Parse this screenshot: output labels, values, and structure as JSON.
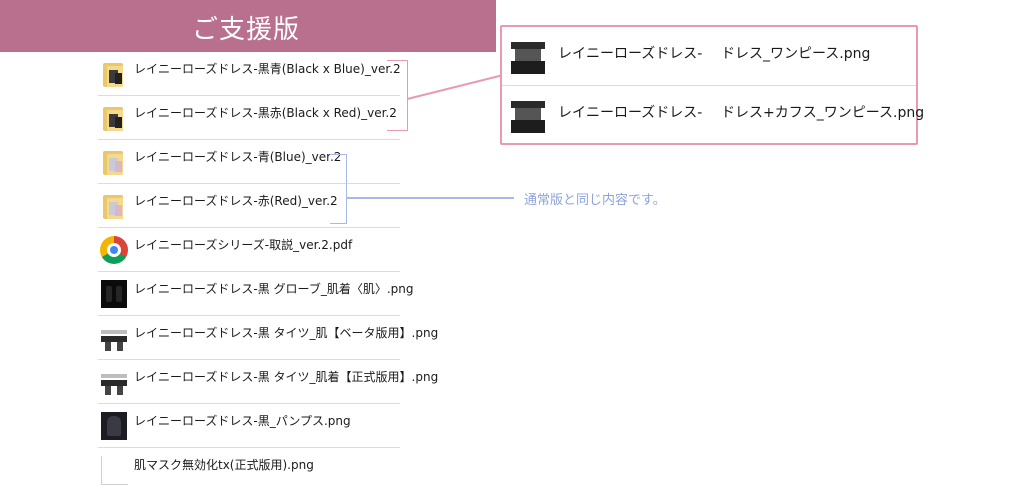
{
  "header": {
    "title": "ご支援版"
  },
  "files": [
    {
      "name": "レイニーローズドレス-黒青(Black x Blue)_ver.2",
      "icon": "folder-icon-dark"
    },
    {
      "name": "レイニーローズドレス-黒赤(Black x Red)_ver.2",
      "icon": "folder-icon-dark"
    },
    {
      "name": "レイニーローズドレス-青(Blue)_ver.2",
      "icon": "folder-icon-light"
    },
    {
      "name": "レイニーローズドレス-赤(Red)_ver.2",
      "icon": "folder-icon-light"
    },
    {
      "name": "レイニーローズシリーズ-取説_ver.2.pdf",
      "icon": "chrome-icon"
    },
    {
      "name": "レイニーローズドレス-黒 グローブ_肌着〈肌〉.png",
      "icon": "glove-thumb-icon"
    },
    {
      "name": "レイニーローズドレス-黒 タイツ_肌【ベータ版用】.png",
      "icon": "tights-thumb-icon"
    },
    {
      "name": "レイニーローズドレス-黒 タイツ_肌着【正式版用】.png",
      "icon": "tights-thumb-icon"
    },
    {
      "name": "レイニーローズドレス-黒_パンプス.png",
      "icon": "pumps-thumb-icon"
    },
    {
      "name": "肌マスク無効化tx(正式版用).png",
      "icon": "blank-thumb-icon"
    }
  ],
  "callout": {
    "items": [
      {
        "name_a": "レイニーローズドレス-",
        "name_b": "ドレス_ワンピース.png",
        "icon": "dress-thumb-icon"
      },
      {
        "name_a": "レイニーローズドレス-",
        "name_b": "ドレス+カフス_ワンピース.png",
        "icon": "dress-thumb-icon"
      }
    ]
  },
  "note": {
    "text": "通常版と同じ内容です。"
  },
  "colors": {
    "banner": "#b8708e",
    "pink_bracket": "#e79ab2",
    "blue_bracket": "#a9b8e6",
    "note_text": "#8ea3dc"
  }
}
